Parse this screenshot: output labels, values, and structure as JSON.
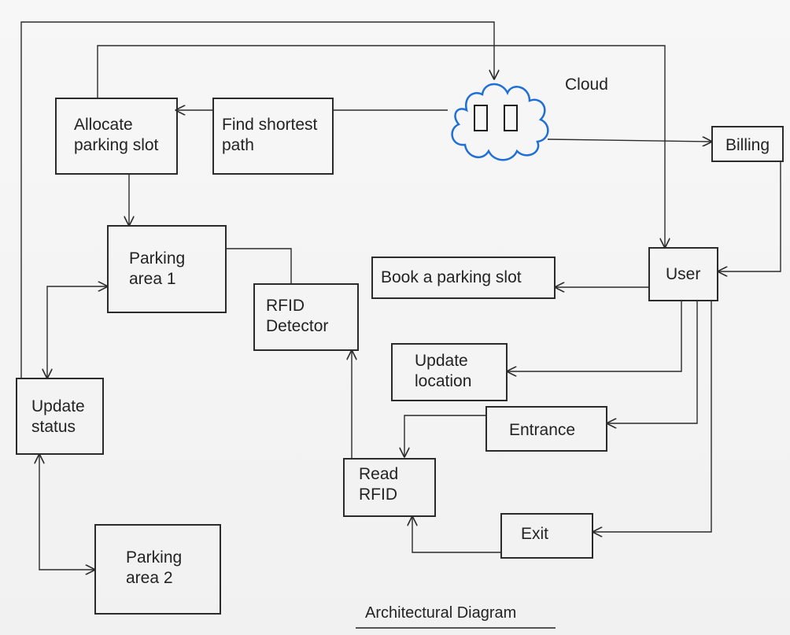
{
  "nodes": {
    "allocate": "Allocate\nparking slot",
    "find_path": "Find shortest\npath",
    "cloud": "Cloud",
    "billing": "Billing",
    "parking_area_1": "Parking\narea 1",
    "rfid_detector": "RFID\nDetector",
    "book_slot": "Book a parking slot",
    "user": "User",
    "update_location": "Update\nlocation",
    "update_status": "Update\nstatus",
    "entrance": "Entrance",
    "read_rfid": "Read\nRFID",
    "exit": "Exit",
    "parking_area_2": "Parking\narea 2"
  },
  "caption": "Architectural Diagram",
  "colors": {
    "cloud_stroke": "#1f6fd6",
    "line": "#2b2b2b"
  }
}
